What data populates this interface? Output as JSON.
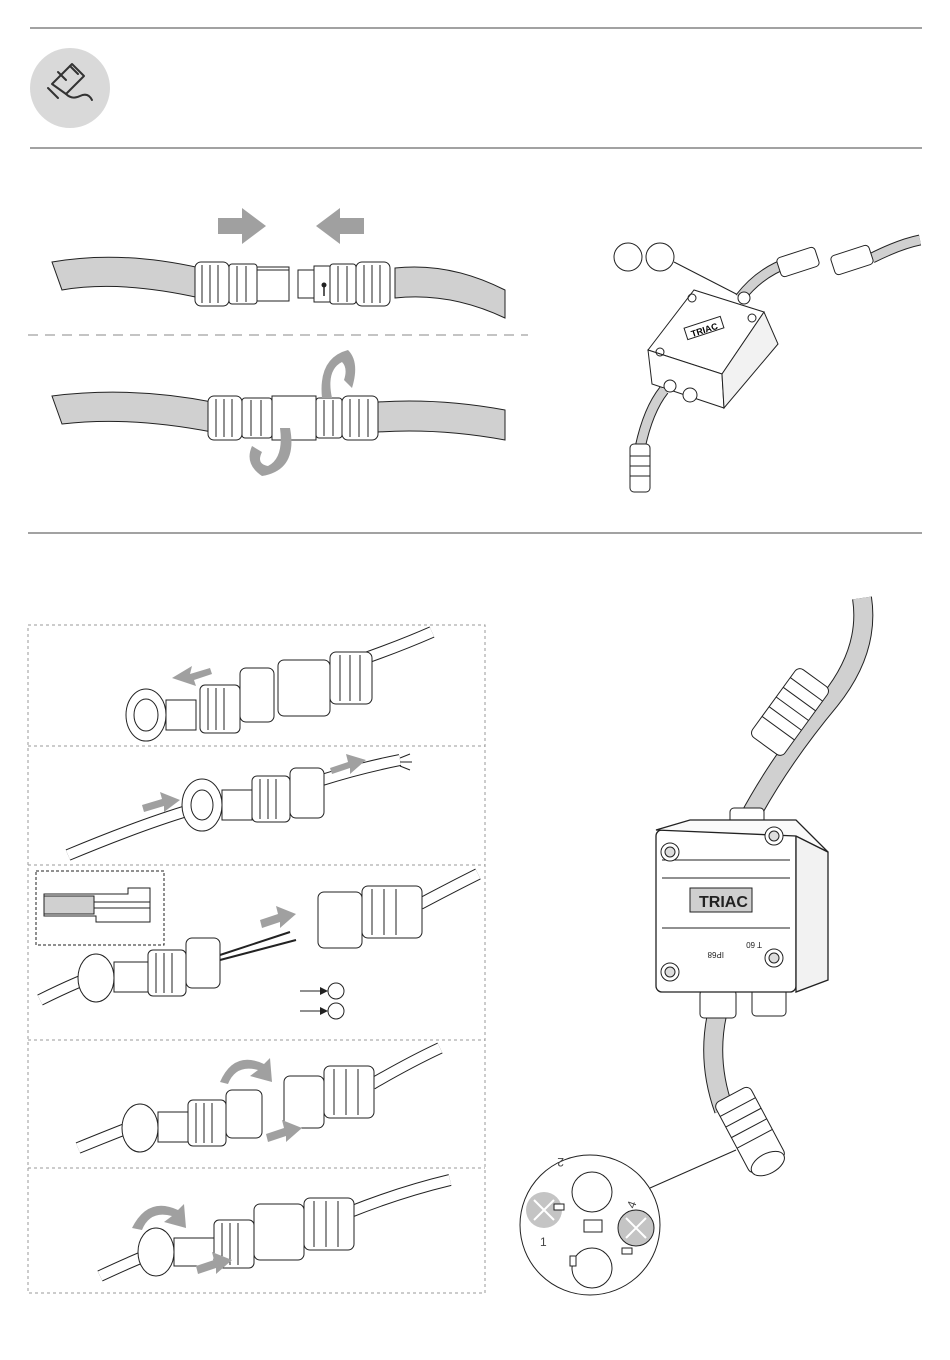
{
  "header": {
    "icon": "plug-disconnect-icon",
    "icon_bg": "#d9d9d9"
  },
  "diagram": {
    "box_label": "TRIAC",
    "box_marking_rating": "IP68",
    "box_marking_temp": "T 60",
    "pin_numbers": [
      "1",
      "2",
      "4"
    ]
  },
  "colors": {
    "arrow": "#a0a0a0",
    "cable": "#d0d0d0",
    "line": "#222222",
    "pin_cross": "#c4c4c4"
  }
}
